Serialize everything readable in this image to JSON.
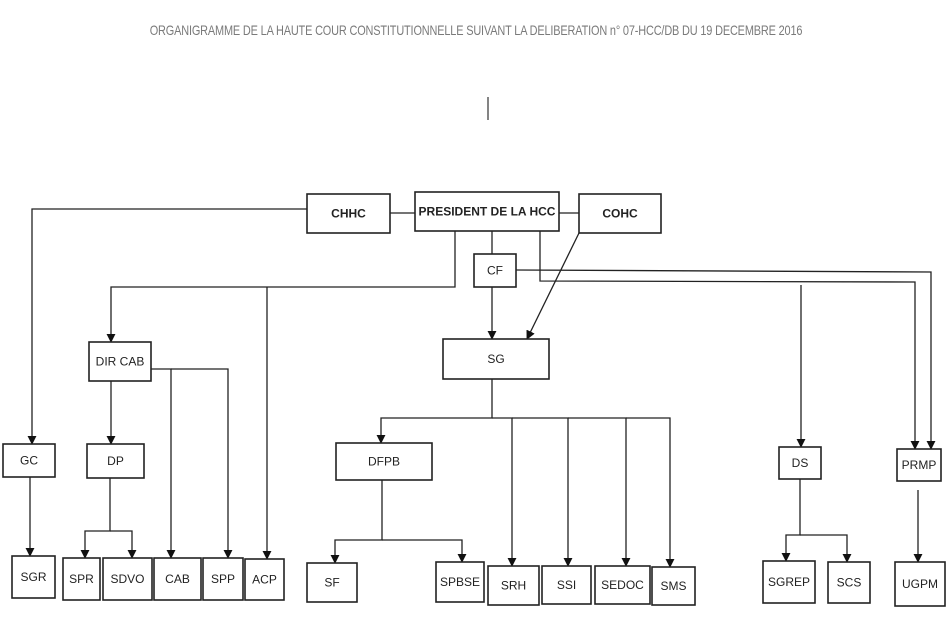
{
  "title": "ORGANIGRAMME DE LA HAUTE COUR CONSTITUTIONNELLE SUIVANT LA DELIBERATION n° 07-HCC/DB DU 19 DECEMBRE 2016",
  "nodes": [
    {
      "id": "president",
      "label": "PRESIDENT DE LA HCC",
      "bold": true
    },
    {
      "id": "chhc",
      "label": "CHHC",
      "bold": true
    },
    {
      "id": "cohc",
      "label": "COHC",
      "bold": true
    },
    {
      "id": "cf",
      "label": "CF"
    },
    {
      "id": "dircab",
      "label": "DIR CAB"
    },
    {
      "id": "sg",
      "label": "SG"
    },
    {
      "id": "gc",
      "label": "GC"
    },
    {
      "id": "dp",
      "label": "DP"
    },
    {
      "id": "dfpb",
      "label": "DFPB"
    },
    {
      "id": "ds",
      "label": "DS"
    },
    {
      "id": "prmp",
      "label": "PRMP"
    },
    {
      "id": "sgr",
      "label": "SGR"
    },
    {
      "id": "spr",
      "label": "SPR"
    },
    {
      "id": "sdvo",
      "label": "SDVO"
    },
    {
      "id": "cab",
      "label": "CAB"
    },
    {
      "id": "spp",
      "label": "SPP"
    },
    {
      "id": "acp",
      "label": "ACP"
    },
    {
      "id": "sf",
      "label": "SF"
    },
    {
      "id": "spbse",
      "label": "SPBSE"
    },
    {
      "id": "srh",
      "label": "SRH"
    },
    {
      "id": "ssi",
      "label": "SSI"
    },
    {
      "id": "sedoc",
      "label": "SEDOC"
    },
    {
      "id": "sms",
      "label": "SMS"
    },
    {
      "id": "sgrep",
      "label": "SGREP"
    },
    {
      "id": "scs",
      "label": "SCS"
    },
    {
      "id": "ugpm",
      "label": "UGPM"
    }
  ],
  "edges": [
    {
      "from": "president",
      "to": "chhc",
      "arrow": false
    },
    {
      "from": "president",
      "to": "cohc",
      "arrow": false
    },
    {
      "from": "president",
      "to": "cf",
      "arrow": false
    },
    {
      "from": "chhc",
      "to": "gc",
      "arrow": true
    },
    {
      "from": "president",
      "to": "dircab",
      "arrow": true
    },
    {
      "from": "president",
      "to": "acp",
      "arrow": true
    },
    {
      "from": "cf",
      "to": "sg",
      "arrow": true
    },
    {
      "from": "cohc",
      "to": "sg",
      "arrow": true
    },
    {
      "from": "cf",
      "to": "prmp",
      "arrow": true
    },
    {
      "from": "president",
      "to": "ds",
      "arrow": true
    },
    {
      "from": "president",
      "to": "prmp",
      "arrow": true
    },
    {
      "from": "dircab",
      "to": "dp",
      "arrow": true
    },
    {
      "from": "dircab",
      "to": "cab",
      "arrow": true
    },
    {
      "from": "dircab",
      "to": "spp",
      "arrow": true
    },
    {
      "from": "gc",
      "to": "sgr",
      "arrow": true
    },
    {
      "from": "dp",
      "to": "spr",
      "arrow": true
    },
    {
      "from": "dp",
      "to": "sdvo",
      "arrow": true
    },
    {
      "from": "sg",
      "to": "dfpb",
      "arrow": true
    },
    {
      "from": "sg",
      "to": "srh",
      "arrow": true
    },
    {
      "from": "sg",
      "to": "ssi",
      "arrow": true
    },
    {
      "from": "sg",
      "to": "sedoc",
      "arrow": true
    },
    {
      "from": "sg",
      "to": "sms",
      "arrow": true
    },
    {
      "from": "dfpb",
      "to": "sf",
      "arrow": true
    },
    {
      "from": "dfpb",
      "to": "spbse",
      "arrow": true
    },
    {
      "from": "ds",
      "to": "sgrep",
      "arrow": true
    },
    {
      "from": "ds",
      "to": "scs",
      "arrow": true
    },
    {
      "from": "prmp",
      "to": "ugpm",
      "arrow": true
    }
  ]
}
